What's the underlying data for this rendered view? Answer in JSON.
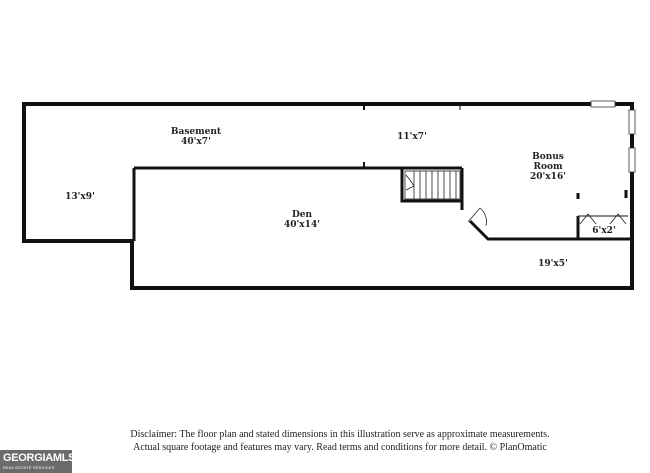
{
  "rooms": {
    "basement": {
      "name": "Basement",
      "dims": "40'x7'"
    },
    "area_11x7": {
      "dims": "11'x7'"
    },
    "bonus_room": {
      "name_line1": "Bonus",
      "name_line2": "Room",
      "dims": "20'x16'"
    },
    "area_13x9": {
      "dims": "13'x9'"
    },
    "den": {
      "name": "Den",
      "dims": "40'x14'"
    },
    "area_6x2": {
      "dims": "6'x2'"
    },
    "area_19x5": {
      "dims": "19'x5'"
    }
  },
  "disclaimer": {
    "line1": "Disclaimer: The floor plan and stated dimensions in this illustration serve as approximate measurements.",
    "line2": "Actual square footage and features may vary. Read terms and conditions for more detail. © PlanOmatic"
  },
  "logo": {
    "name": "GEORGIAMLS",
    "tagline": "REAL ESTATE SERVICES"
  },
  "colors": {
    "wall": "#111111",
    "logo_bg": "#6b6b6b"
  }
}
